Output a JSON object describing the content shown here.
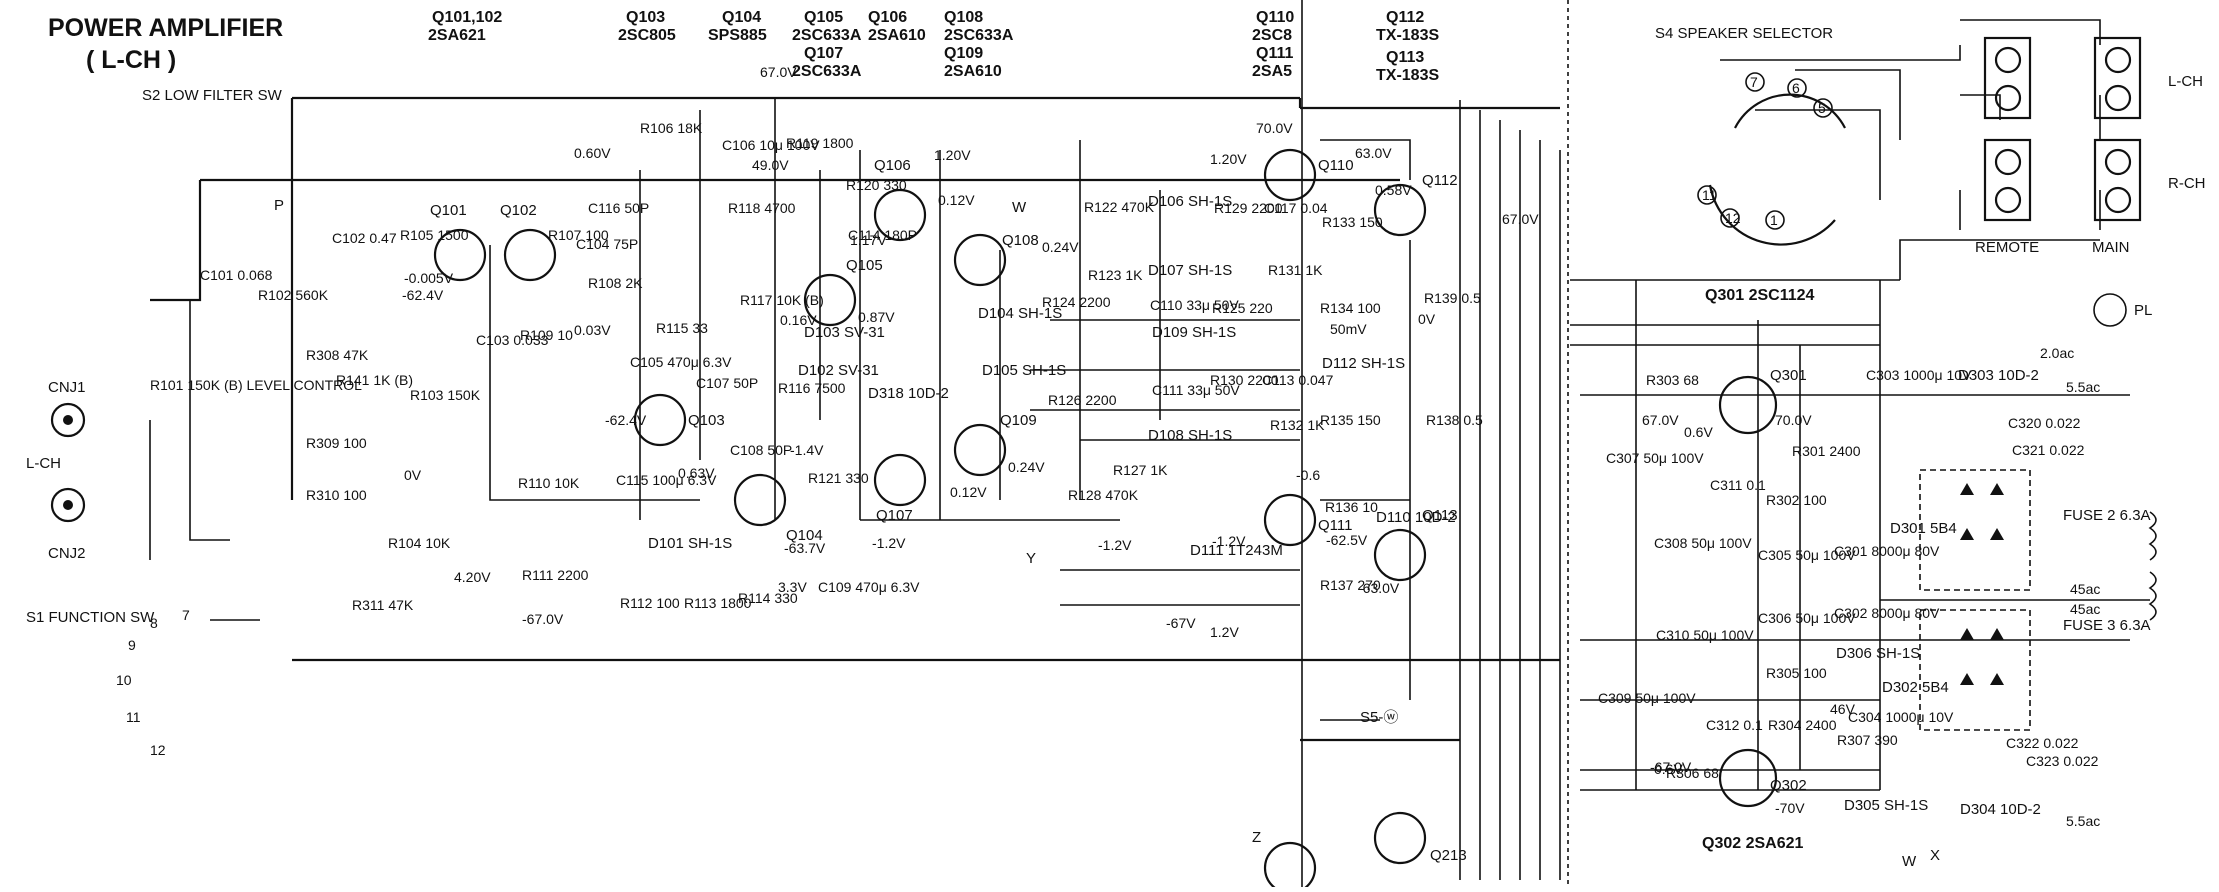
{
  "title": {
    "main": "POWER AMPLIFIER",
    "sub": "( L-CH )"
  },
  "header_labels": [
    "Q101,102",
    "2SA621",
    "Q103",
    "2SC805",
    "Q104",
    "SPS885",
    "Q105",
    "2SC633A",
    "Q106",
    "2SA610",
    "Q108",
    "2SC633A",
    "Q107",
    "2SC633A",
    "Q109",
    "2SA610",
    "Q110",
    "2SC8",
    "Q111",
    "2SA5",
    "Q112",
    "TX-183S",
    "Q113",
    "TX-183S"
  ],
  "transistor_labels": [
    "Q101",
    "Q102",
    "Q103",
    "Q104",
    "Q105",
    "Q106",
    "Q107",
    "Q108",
    "Q109",
    "Q110",
    "Q112",
    "Q113",
    "Q111",
    "Q213",
    "Q301",
    "Q302"
  ],
  "voltages": [
    "67.0V",
    "0.60V",
    "1.20V",
    "49.0V",
    "70.0V",
    "1.20V",
    "63.0V",
    "0.58V",
    "67.0V",
    "-0.005V",
    "-62.4V",
    "0.03V",
    "-62.4V",
    "0.16V",
    "1.17V",
    "0.87V",
    "0.12V",
    "0.24V",
    "-1.4V",
    "0.63V",
    "0.12V",
    "-1.2V",
    "0.24V",
    "-63.7V",
    "3.3V",
    "-1.2V",
    "-1.2V",
    "-62.5V",
    "4.20V",
    "-67.0V",
    "-67V",
    "1.2V",
    "0V",
    "0V",
    "-0.6",
    "50mV",
    "-63.0V",
    "70.0V",
    "67.0V",
    "-67.0V",
    "-70V",
    "0.6V",
    "0.6V",
    "46V",
    "2.0ac",
    "5.5ac",
    "5.5ac",
    "45ac",
    "45ac"
  ],
  "resistors": [
    "R101 150K (B) LEVEL CONTROL",
    "R102 560K",
    "R103 150K",
    "R104 10K",
    "R105 1500",
    "R106 18K",
    "R107 100",
    "R108 2K",
    "R109 10",
    "R110 10K",
    "R111 2200",
    "R112 100",
    "R113 1800",
    "R114 330",
    "R115 33",
    "R116 7500",
    "R117 10K (B)",
    "R118 4700",
    "R119 1800",
    "R120 330",
    "R121 330",
    "R122 470K",
    "R123 1K",
    "R124 2200",
    "R125 220",
    "R126 2200",
    "R127 1K",
    "R128 470K",
    "R129 2200",
    "R130 2200",
    "R131 1K",
    "R132 1K",
    "R133 150",
    "R134 100",
    "R135 150",
    "R136 10",
    "R137 270",
    "R138 0.5",
    "R139 0.5",
    "R141 1K (B)",
    "R301 2400",
    "R302 100",
    "R303 68",
    "R304 2400",
    "R305 100",
    "R306 68",
    "R307 390",
    "R308 47K",
    "R309 100",
    "R310 100",
    "R311 47K"
  ],
  "capacitors": [
    "C101 0.068",
    "C102 0.47",
    "C103 0.033",
    "C104 75P",
    "C105 470μ 6.3V",
    "C106 10μ 100V",
    "C107 50P",
    "C108 50P",
    "C109 470μ 6.3V",
    "C110 33μ 50V",
    "C111 33μ 50V",
    "C113 0.047",
    "C114 180P",
    "C115 100μ 6.3V",
    "C116 50P",
    "C117 0.04",
    "C301 8000μ 80V",
    "C302 8000μ 80V",
    "C303 1000μ 10V",
    "C304 1000μ 10V",
    "C305 50μ 100V",
    "C306 50μ 100V",
    "C307 50μ 100V",
    "C308 50μ 100V",
    "C309 50μ 100V",
    "C310 50μ 100V",
    "C311 0.1",
    "C312 0.1",
    "C320 0.022",
    "C321 0.022",
    "C322 0.022",
    "C323 0.022"
  ],
  "diodes": [
    "D101 SH-1S",
    "D102 SV-31",
    "D103 SV-31",
    "D104 SH-1S",
    "D105 SH-1S",
    "D106 SH-1S",
    "D107 SH-1S",
    "D108 SH-1S",
    "D109 SH-1S",
    "D110 10D-2",
    "D111 1T243M",
    "D112 SH-1S",
    "D318 10D-2",
    "D301 5B4",
    "D302 5B4",
    "D303 10D-2",
    "D304 10D-2",
    "D305 SH-1S",
    "D306 SH-1S"
  ],
  "parts": {
    "q301": "Q301 2SC1124",
    "q302": "Q302 2SA621",
    "s2": "S2 LOW FILTER SW",
    "s4": "S4 SPEAKER SELECTOR",
    "s1": "S1 FUNCTION SW",
    "s5": "S5-ⓦ",
    "fuse2": "FUSE 2 6.3A",
    "fuse3": "FUSE 3 6.3A",
    "cnj1": "CNJ1",
    "cnj2": "CNJ2",
    "lch_in": "L-CH",
    "pl": "PL",
    "remote": "REMOTE",
    "main": "MAIN",
    "spk_l": "L-CH",
    "spk_r": "R-CH"
  },
  "terminal_markers": [
    "P",
    "W",
    "Y",
    "Z",
    "W",
    "X"
  ],
  "switch_contacts": [
    "7",
    "6",
    "5",
    "11",
    "12",
    "1",
    "9",
    "8",
    "7",
    "10",
    "11",
    "12"
  ]
}
